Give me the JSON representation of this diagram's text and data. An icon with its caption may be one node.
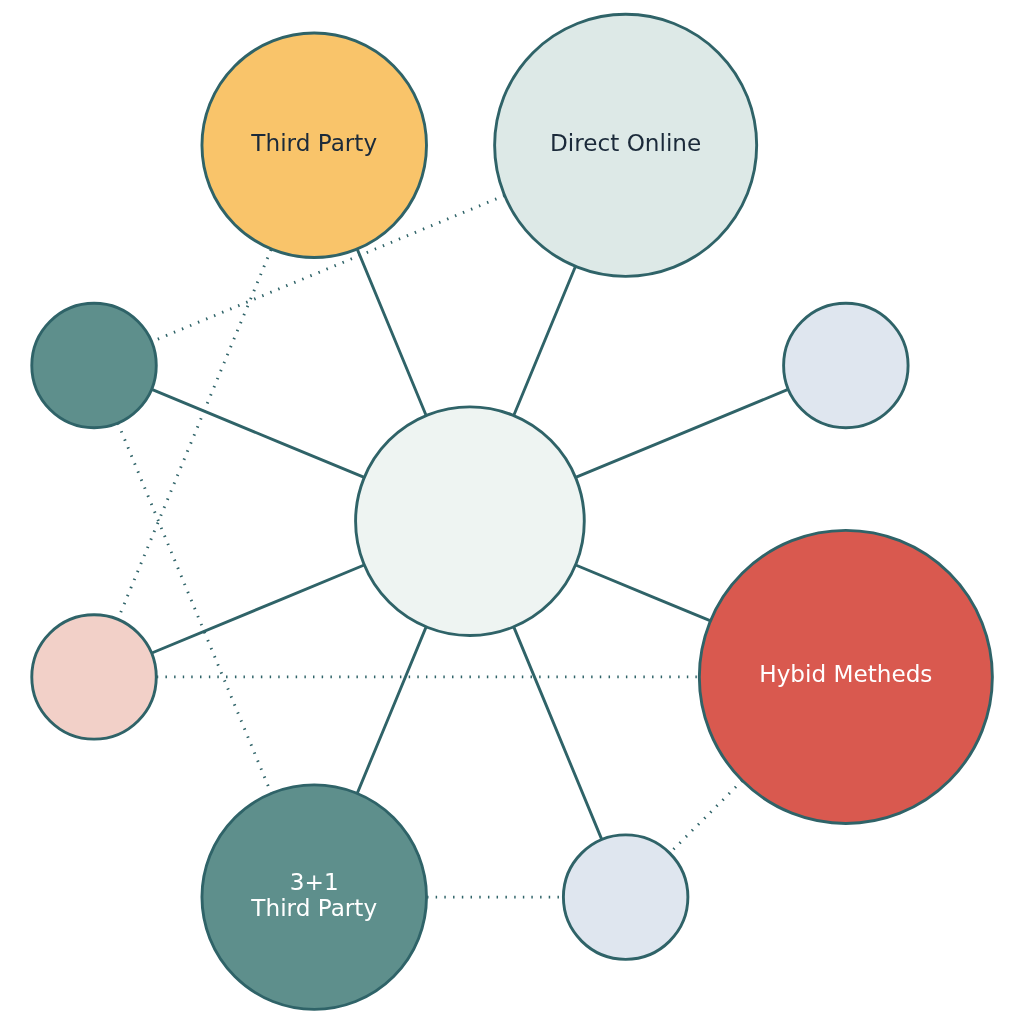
{
  "diagram": {
    "nodes": [
      {
        "text": [],
        "shape": "circle"
      },
      {
        "text": [],
        "shape": "circle"
      },
      {
        "text": [
          "Direct Online"
        ]
      },
      {
        "text": [
          "Third Party"
        ]
      },
      {
        "text": [],
        "shape": "circle"
      },
      {
        "text": [],
        "shape": "circle"
      },
      {
        "text": [
          "3+1",
          "Third Party"
        ]
      },
      {
        "text": [],
        "shape": "circle"
      },
      {
        "text": [
          "Hybid Metheds"
        ]
      }
    ],
    "edges": [
      {
        "from": 0,
        "to": 1,
        "arrow": "none"
      },
      {
        "from": 0,
        "to": 3,
        "arrow": "none"
      },
      {
        "from": 0,
        "to": 5,
        "arrow": "none"
      },
      {
        "from": 0,
        "to": 8,
        "arrow": "none"
      },
      {
        "from": 0,
        "to": 7,
        "arrow": "none"
      },
      {
        "from": 0,
        "to": 6,
        "arrow": "none"
      },
      {
        "from": 0,
        "to": 4,
        "arrow": "none"
      },
      {
        "from": 0,
        "to": 2,
        "arrow": "none"
      },
      {
        "from": 2,
        "to": 4,
        "arrow": "none",
        "style": "dashed"
      },
      {
        "from": 3,
        "to": 5,
        "arrow": "none",
        "style": "dashed"
      },
      {
        "from": 4,
        "to": 6,
        "arrow": "none",
        "style": "dashed"
      },
      {
        "from": 6,
        "to": 7,
        "arrow": "none",
        "style": "dashed"
      },
      {
        "from": 5,
        "to": 8,
        "arrow": "none",
        "style": "dashed"
      },
      {
        "from": 8,
        "to": 7,
        "arrow": "none",
        "style": "dashed"
      }
    ]
  }
}
